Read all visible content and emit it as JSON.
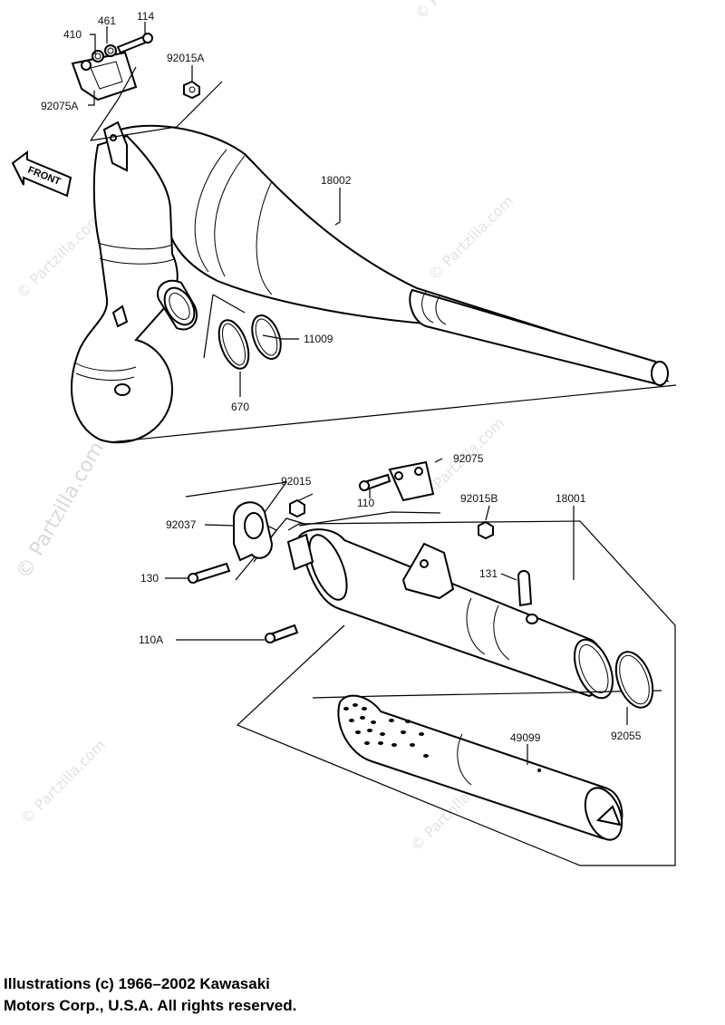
{
  "diagram": {
    "front_arrow_label": "FRONT",
    "watermark": "© Partzilla.com",
    "labels": {
      "p114": "114",
      "p461": "461",
      "p410": "410",
      "p92015A": "92015A",
      "p92075A": "92075A",
      "p18002": "18002",
      "p11009": "11009",
      "p670": "670",
      "p92075": "92075",
      "p92015": "92015",
      "p110": "110",
      "p92015B": "92015B",
      "p18001": "18001",
      "p92037": "92037",
      "p130": "130",
      "p131": "131",
      "p110A": "110A",
      "p49099": "49099",
      "p92055": "92055"
    }
  },
  "footer": {
    "line1": "Illustrations (c) 1966–2002 Kawasaki",
    "line2": "Motors Corp., U.S.A.  All rights reserved."
  }
}
